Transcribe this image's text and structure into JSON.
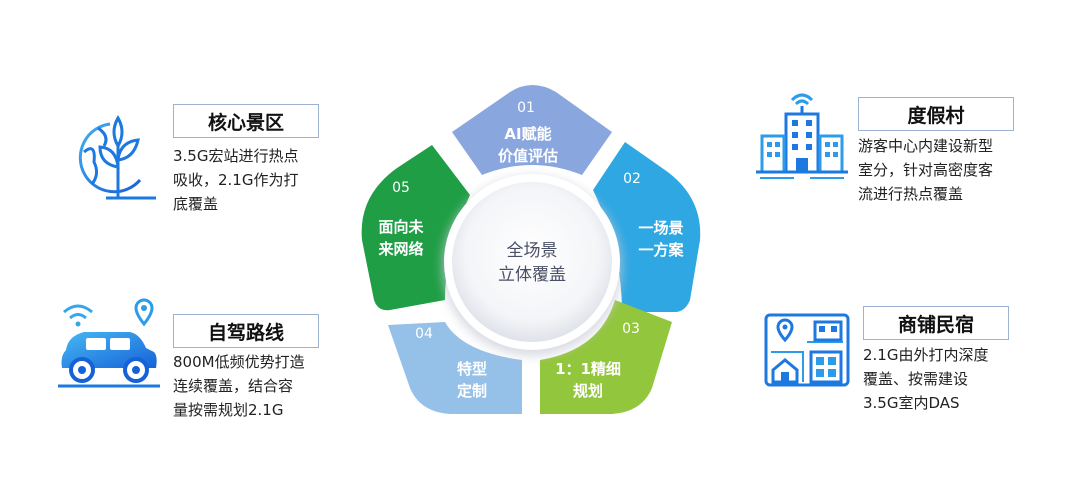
{
  "center": {
    "line1": "全场景",
    "line2": "立体覆盖"
  },
  "segments": [
    {
      "num": "01",
      "line1": "AI赋能",
      "line2": "价值评估",
      "color": "#8aa6de"
    },
    {
      "num": "02",
      "line1": "一场景",
      "line2": "一方案",
      "color": "#2fa7e2"
    },
    {
      "num": "03",
      "line1": "1：1精细",
      "line2": "规划",
      "color": "#92c63c"
    },
    {
      "num": "04",
      "line1": "特型",
      "line2": "定制",
      "color": "#95c0e8"
    },
    {
      "num": "05",
      "line1": "面向未",
      "line2": "来网络",
      "color": "#1f9e45"
    }
  ],
  "cards": {
    "scenic": {
      "title": "核心景区",
      "lines": [
        "3.5G宏站进行热点",
        "吸收，2.1G作为打",
        "底覆盖"
      ],
      "icon": "plant-globe-icon"
    },
    "road": {
      "title": "自驾路线",
      "lines": [
        "800M低频优势打造",
        "连续覆盖，结合容",
        "量按需规划2.1G"
      ],
      "icon": "car-wifi-icon"
    },
    "resort": {
      "title": "度假村",
      "lines": [
        "游客中心内建设新型",
        "室分，针对高密度客",
        "流进行热点覆盖"
      ],
      "icon": "building-antenna-icon"
    },
    "shops": {
      "title": "商铺民宿",
      "lines": [
        "2.1G由外打内深度",
        "覆盖、按需建设",
        "3.5G室内DAS"
      ],
      "icon": "house-map-icon"
    }
  }
}
